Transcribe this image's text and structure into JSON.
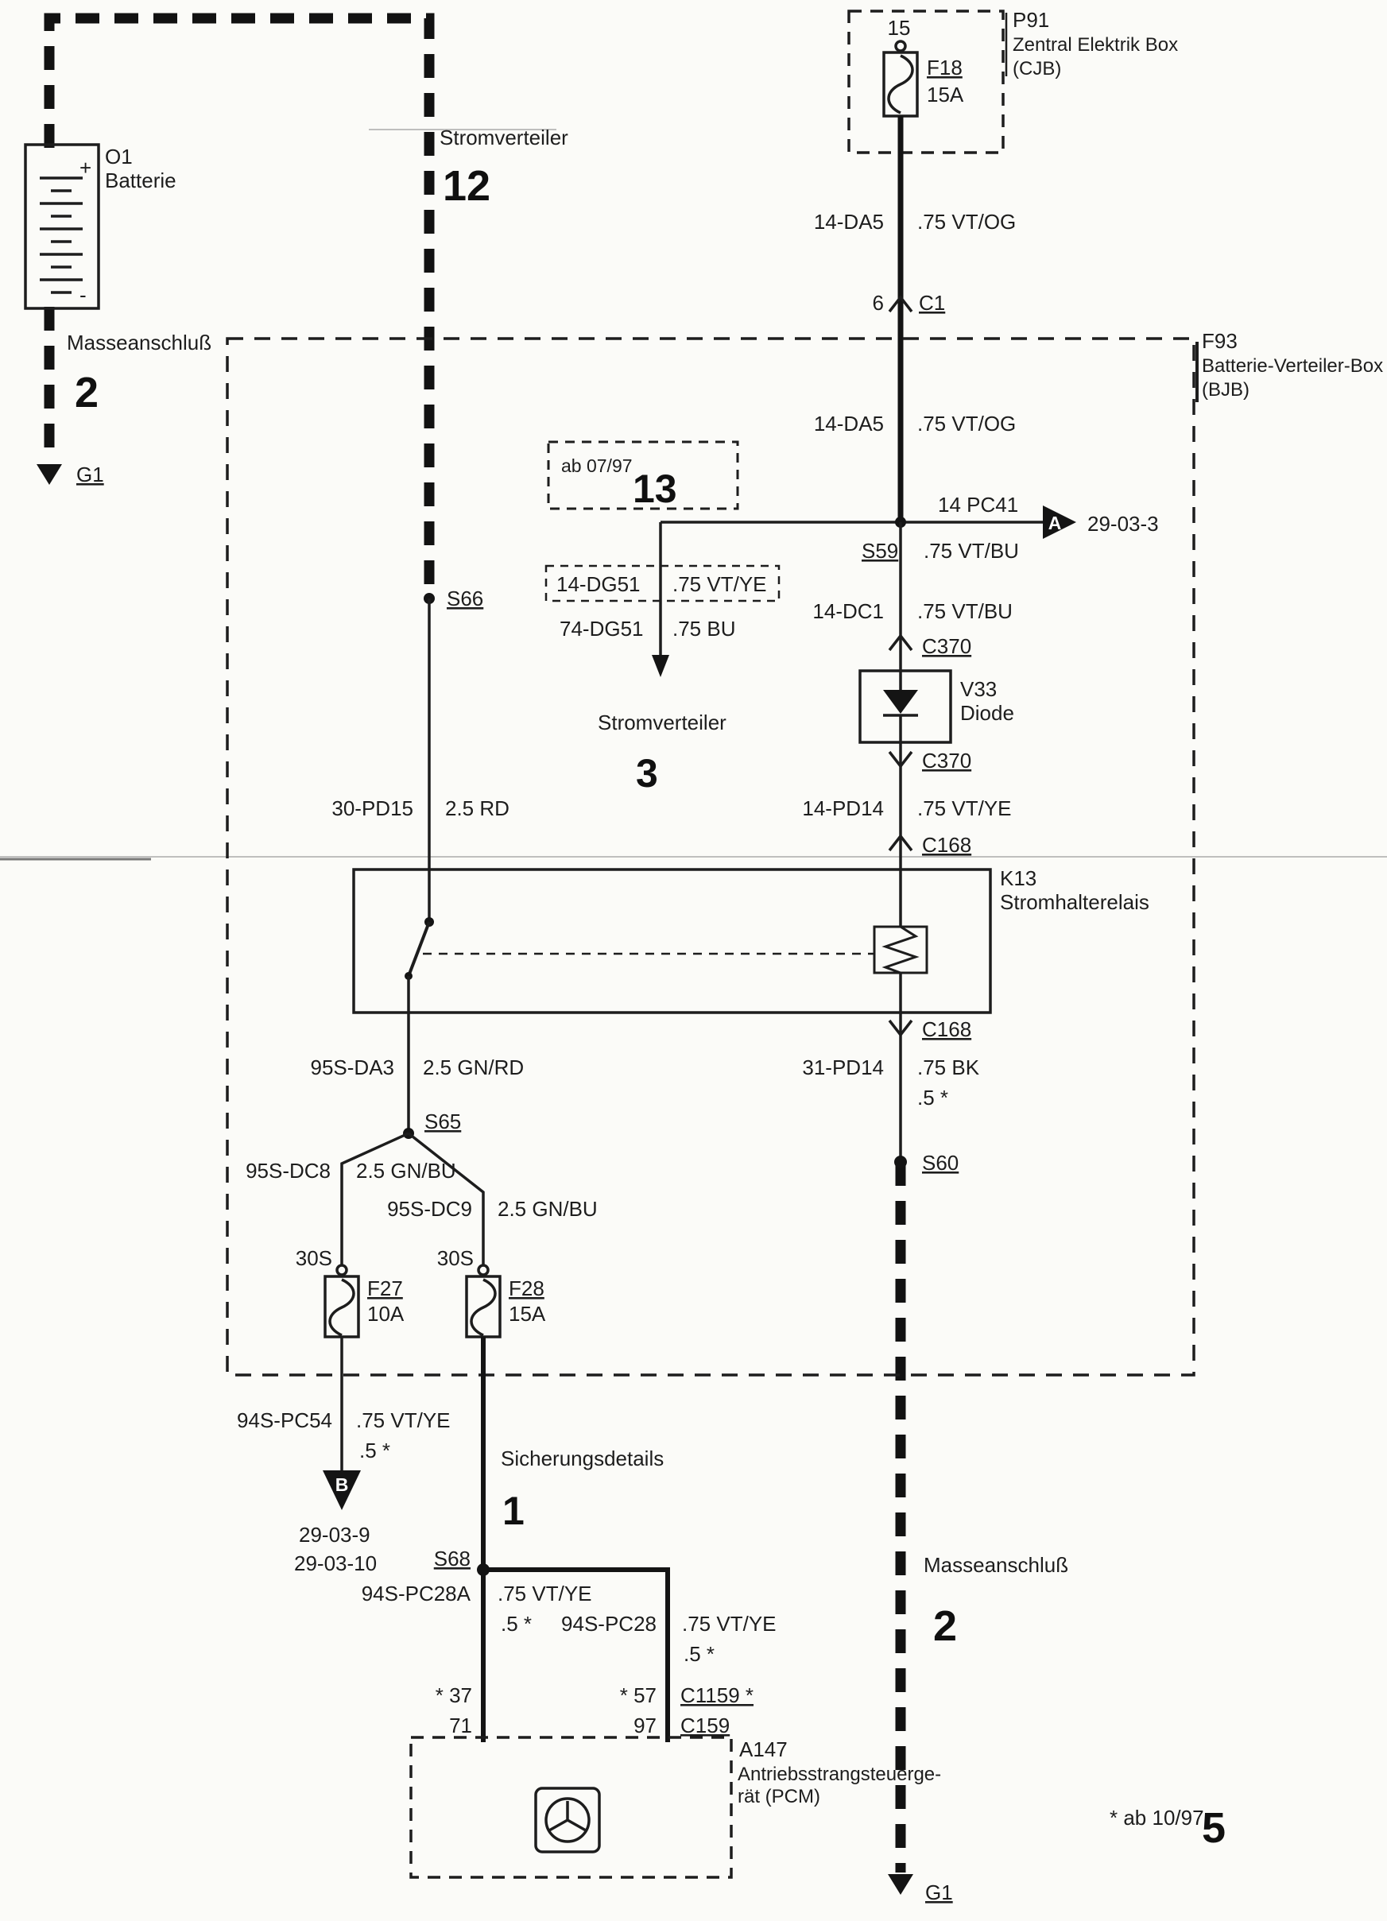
{
  "battery": {
    "id": "O1",
    "name": "Batterie",
    "plus": "+",
    "minus": "-"
  },
  "power_dist_12": {
    "label": "Stromverteiler",
    "num": "12"
  },
  "ground_left": {
    "label": "Masseanschluß",
    "num": "2",
    "id": "G1"
  },
  "cjb": {
    "id": "P91",
    "name": "Zentral Elektrik Box",
    "name2": "(CJB)",
    "pin": "15",
    "fuse_id": "F18",
    "fuse_rating": "15A"
  },
  "bjb": {
    "id": "F93",
    "name": "Batterie-Verteiler-Box",
    "name2": "(BJB)"
  },
  "c1": {
    "pin": "6",
    "id": "C1"
  },
  "wires": {
    "w14da5_a": {
      "circuit": "14-DA5",
      "spec": ".75 VT/OG"
    },
    "w14da5_b": {
      "circuit": "14-DA5",
      "spec": ".75 VT/OG"
    },
    "w14pc41": {
      "circuit": "14 PC41",
      "spec": ".75 VT/BU"
    },
    "w14dg51": {
      "circuit": "14-DG51",
      "spec": ".75 VT/YE"
    },
    "w74dg51": {
      "circuit": "74-DG51",
      "spec": ".75 BU"
    },
    "w14dc1": {
      "circuit": "14-DC1",
      "spec": ".75 VT/BU"
    },
    "w14pd14": {
      "circuit": "14-PD14",
      "spec": ".75 VT/YE"
    },
    "w30pd15": {
      "circuit": "30-PD15",
      "spec": "2.5 RD"
    },
    "w31pd14": {
      "circuit": "31-PD14",
      "spec": ".75 BK",
      "spec2": ".5 *"
    },
    "w95sda3": {
      "circuit": "95S-DA3",
      "spec": "2.5 GN/RD"
    },
    "w95sdc8": {
      "circuit": "95S-DC8",
      "spec": "2.5 GN/BU"
    },
    "w95sdc9": {
      "circuit": "95S-DC9",
      "spec": "2.5 GN/BU"
    },
    "w94spc54": {
      "circuit": "94S-PC54",
      "spec": ".75 VT/YE",
      "spec2": ".5 *"
    },
    "w94spc28a": {
      "circuit": "94S-PC28A",
      "spec": ".75 VT/YE",
      "spec2": ".5 *"
    },
    "w94spc28": {
      "circuit": "94S-PC28",
      "spec": ".75 VT/YE",
      "spec2": ".5 *"
    }
  },
  "splices": {
    "s66": "S66",
    "s59": "S59",
    "s65": "S65",
    "s60": "S60",
    "s68": "S68"
  },
  "connectors": {
    "c370a": "C370",
    "c370b": "C370",
    "c168a": "C168",
    "c168b": "C168",
    "c1159": "C1159 *",
    "c159": "C159"
  },
  "arrow_a": {
    "letter": "A",
    "ref": "29-03-3"
  },
  "arrow_b": {
    "letter": "B",
    "ref1": "29-03-9",
    "ref2": "29-03-10"
  },
  "box13": {
    "date": "ab 07/97",
    "num": "13"
  },
  "power_dist_3": {
    "label": "Stromverteiler",
    "num": "3"
  },
  "diode": {
    "id": "V33",
    "name": "Diode"
  },
  "relay": {
    "id": "K13",
    "name": "Stromhalterelais"
  },
  "fuse_f27": {
    "pin": "30S",
    "id": "F27",
    "rating": "10A"
  },
  "fuse_f28": {
    "pin": "30S",
    "id": "F28",
    "rating": "15A"
  },
  "fuse_details": {
    "label": "Sicherungsdetails",
    "num": "1"
  },
  "pcm": {
    "id": "A147",
    "name1": "Antriebsstrangsteuerge-",
    "name2": "rät (PCM)",
    "pin1a": "* 37",
    "pin1b": "71",
    "pin2a": "* 57",
    "pin2b": "97"
  },
  "ground_right": {
    "label": "Masseanschluß",
    "num": "2",
    "id": "G1"
  },
  "footnote": {
    "text": "* ab 10/97",
    "num": "5"
  }
}
